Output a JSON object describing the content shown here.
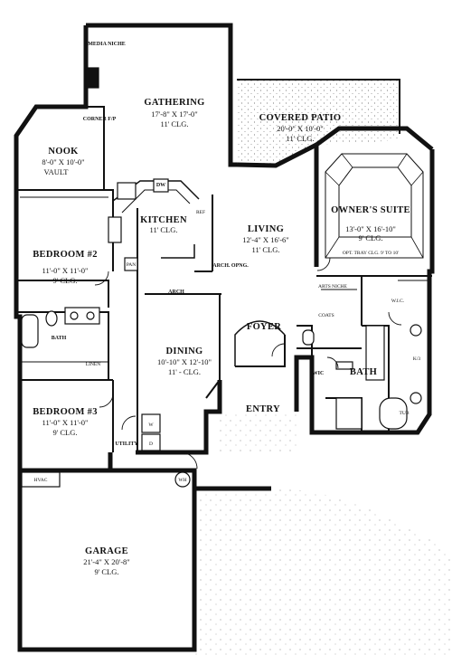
{
  "rooms": {
    "media_niche": "MEDIA NICHE",
    "gathering": {
      "name": "GATHERING",
      "dim": "17'-8\" X 17'-0\"",
      "clg": "11' CLG."
    },
    "corner_fp": "CORNER F/P",
    "covered_patio": {
      "name": "COVERED PATIO",
      "dim": "20'-0\" X 10'-0\"",
      "clg": "11' CLG."
    },
    "nook": {
      "name": "NOOK",
      "dim": "8'-0\" X 10'-0\"",
      "clg": "VAULT"
    },
    "dw": "DW",
    "kitchen": {
      "name": "KITCHEN",
      "clg": "11' CLG."
    },
    "ref": "REF",
    "pan": "PAN",
    "living": {
      "name": "LIVING",
      "dim": "12'-4\" X 16'-6\"",
      "clg": "11' CLG."
    },
    "arch_opng": "ARCH. OPNG.",
    "owners_suite": {
      "name": "OWNER'S SUITE",
      "dim": "13'-0\" X 16'-10\"",
      "clg": "9' CLG.",
      "note": "OPT. TRAY CLG. 9' TO 10'"
    },
    "bedroom2": {
      "name": "BEDROOM #2",
      "dim": "11'-0\" X 11'-0\"",
      "clg": "9' CLG."
    },
    "arch": "ARCH",
    "arts_niche": "ARTS NICHE",
    "coats": "COATS",
    "wic": "W.I.C.",
    "wic2": "WIC",
    "foyer": "FOYER",
    "bath": "BATH",
    "linen": "LINEN",
    "dining": {
      "name": "DINING",
      "dim": "10'-10\" X 12'-10\"",
      "clg": "11' - CLG."
    },
    "owner_bath": "BATH",
    "k3": "K/3",
    "tub": "TUB",
    "entry": "ENTRY",
    "bedroom3": {
      "name": "BEDROOM #3",
      "dim": "11'-0\" X 11'-0\"",
      "clg": "9' CLG."
    },
    "utility": "UTILITY",
    "w": "W",
    "d": "D",
    "hvac": "HVAC",
    "wh": "WH",
    "garage": {
      "name": "GARAGE",
      "dim": "21'-4\" X 20'-8\"",
      "clg": "9' CLG."
    }
  }
}
